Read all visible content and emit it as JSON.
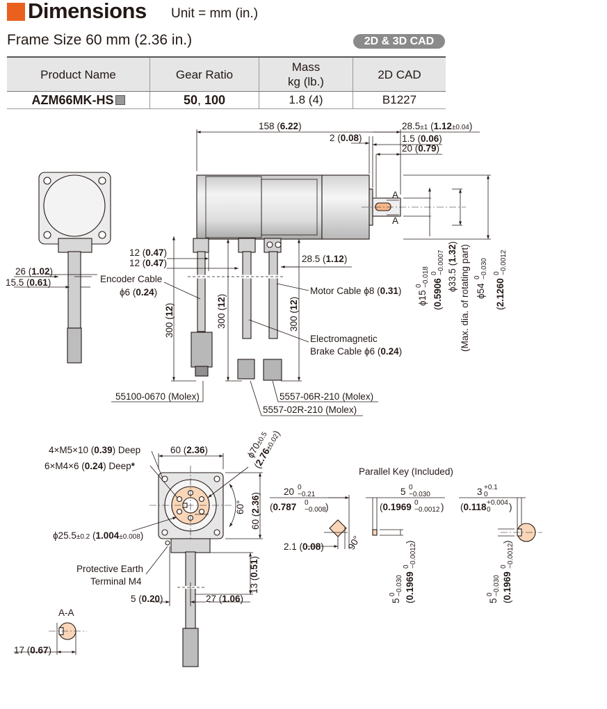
{
  "header": {
    "title": "Dimensions",
    "unit": "Unit = mm (in.)",
    "accent_color": "#e9611d"
  },
  "frame_title": "Frame Size 60 mm (2.36 in.)",
  "cad_badge": "2D & 3D CAD",
  "table": {
    "headers": {
      "product": "Product Name",
      "gear": "Gear Ratio",
      "mass_line1": "Mass",
      "mass_line2": "kg (lb.)",
      "cad": "2D CAD"
    },
    "row": {
      "product": "AZM66MK-HS",
      "gear_a": "50",
      "gear_sep": ",",
      "gear_b": "100",
      "mass": "1.8 (4)",
      "cad": "B1227"
    }
  },
  "side_view": {
    "len_158": "158 (",
    "len_158b": "6.22",
    "len_2": "2 (",
    "len_2b": "0.08",
    "len_28_5": "28.5",
    "len_28_5_tol": "±1",
    "len_28_5b": "1.12",
    "len_28_5b_tol": "±0.04",
    "len_1_5": "1.5 (",
    "len_1_5b": "0.06",
    "len_20": "20 (",
    "len_20b": "0.79",
    "section_a": "A",
    "len_12a": "12 (",
    "len_12ab": "0.47",
    "len_12b": "12 (",
    "len_12bb": "0.47",
    "len_28_5c": "28.5 (",
    "len_28_5cb": "1.12",
    "encoder_cable": "Encoder Cable",
    "encoder_dia": "ϕ6 (",
    "encoder_diab": "0.24",
    "motor_cable": "Motor Cable ϕ8 (",
    "motor_cableb": "0.31",
    "brake_cable1": "Electromagnetic",
    "brake_cable2": "Brake Cable ϕ6 (",
    "brake_cableb": "0.24",
    "cable_len": "300 (",
    "cable_lenb": "12",
    "conn1": "55100-0670 (Molex)",
    "conn2": "5557-06R-210 (Molex)",
    "conn3": "5557-02R-210 (Molex)",
    "shaft_dia": "ϕ15",
    "shaft_tol_a": "0",
    "shaft_tol_b": "−0.018",
    "shaft_in": "0.5906",
    "shaft_in_tol_a": "0",
    "shaft_in_tol_b": "−0.0007",
    "rot_dia": "ϕ33.5 (",
    "rot_diab": "1.32",
    "rot_note": "(Max. dia. of rotating part)",
    "pilot_dia": "ϕ54",
    "pilot_tol_a": "0",
    "pilot_tol_b": "−0.030",
    "pilot_in": "2.1260",
    "pilot_in_tol_a": "0",
    "pilot_in_tol_b": "−0.0012"
  },
  "end_view_small": {
    "len_26": "26 (",
    "len_26b": "1.02",
    "len_15_5": "15.5 (",
    "len_15_5b": "0.61"
  },
  "front_view": {
    "tap1": "4×M5×10 (",
    "tap1b": "0.39",
    "tap1c": ") Deep",
    "tap2": "6×M4×6 (",
    "tap2b": "0.24",
    "tap2c": ") Deep",
    "w60": "60 (",
    "w60b": "2.36",
    "pcd": "ϕ70",
    "pcd_tol": "±0.5",
    "pcd_in": "2.76",
    "pcd_in_tol": "±0.02",
    "h60": "60 (",
    "h60b": "2.36",
    "angle": "60°",
    "boss": "ϕ25.5",
    "boss_tol": "±0.2",
    "boss_in": "1.004",
    "boss_in_tol": "±0.008",
    "pe1": "Protective Earth",
    "pe2": "Terminal M4",
    "len_13": "13 (",
    "len_13b": "0.51",
    "len_5": "5 (",
    "len_5b": "0.20",
    "len_27": "27 (",
    "len_27b": "1.06"
  },
  "section": {
    "label": "A-A",
    "len_17": "17 (",
    "len_17b": "0.67"
  },
  "key": {
    "title": "Parallel Key (Included)",
    "len_20": "20",
    "len_20_tol_a": "0",
    "len_20_tol_b": "−0.21",
    "len_20_in": "0.787",
    "len_20_in_tol_a": "0",
    "len_20_in_tol_b": "−0.008",
    "len_2_1": "2.1 (",
    "len_2_1b": "0.08",
    "angle": "90°",
    "w5": "5",
    "w5_tol_a": "0",
    "w5_tol_b": "−0.030",
    "w5_in": "0.1969",
    "w5_in_tol_a": "0",
    "w5_in_tol_b": "−0.0012",
    "h3": "3",
    "h3_tol_a": "+0.1",
    "h3_tol_b": "0",
    "h3_in": "0.118",
    "h3_in_tol_a": "+0.004",
    "h3_in_tol_b": "0"
  }
}
